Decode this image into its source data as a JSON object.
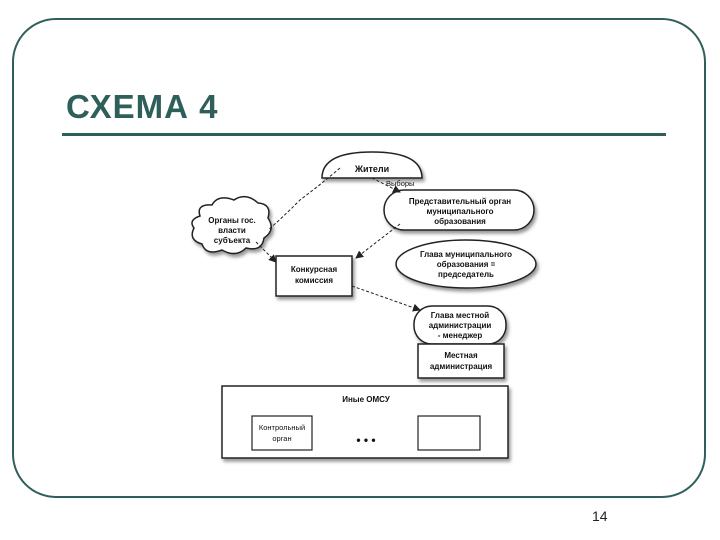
{
  "slide": {
    "title": "СХЕМА 4",
    "page_number": "14"
  },
  "diagram": {
    "residents": "Жители",
    "elections": "Выборы",
    "representative_body": [
      "Представительный орган",
      "муниципального",
      "образования"
    ],
    "state_bodies": [
      "Органы гос.",
      "власти",
      "субъекта"
    ],
    "head_of_municipality": [
      "Глава муниципального",
      "образования =",
      "председатель"
    ],
    "competition_commission": [
      "Конкурсная",
      "комиссия"
    ],
    "head_of_administration": [
      "Глава местной",
      "администрации",
      "- менеджер"
    ],
    "local_administration": [
      "Местная",
      "администрация"
    ],
    "other_bodies": "Иные ОМСУ",
    "control_body": [
      "Контрольный",
      "орган"
    ],
    "ellipsis": "• • •"
  }
}
